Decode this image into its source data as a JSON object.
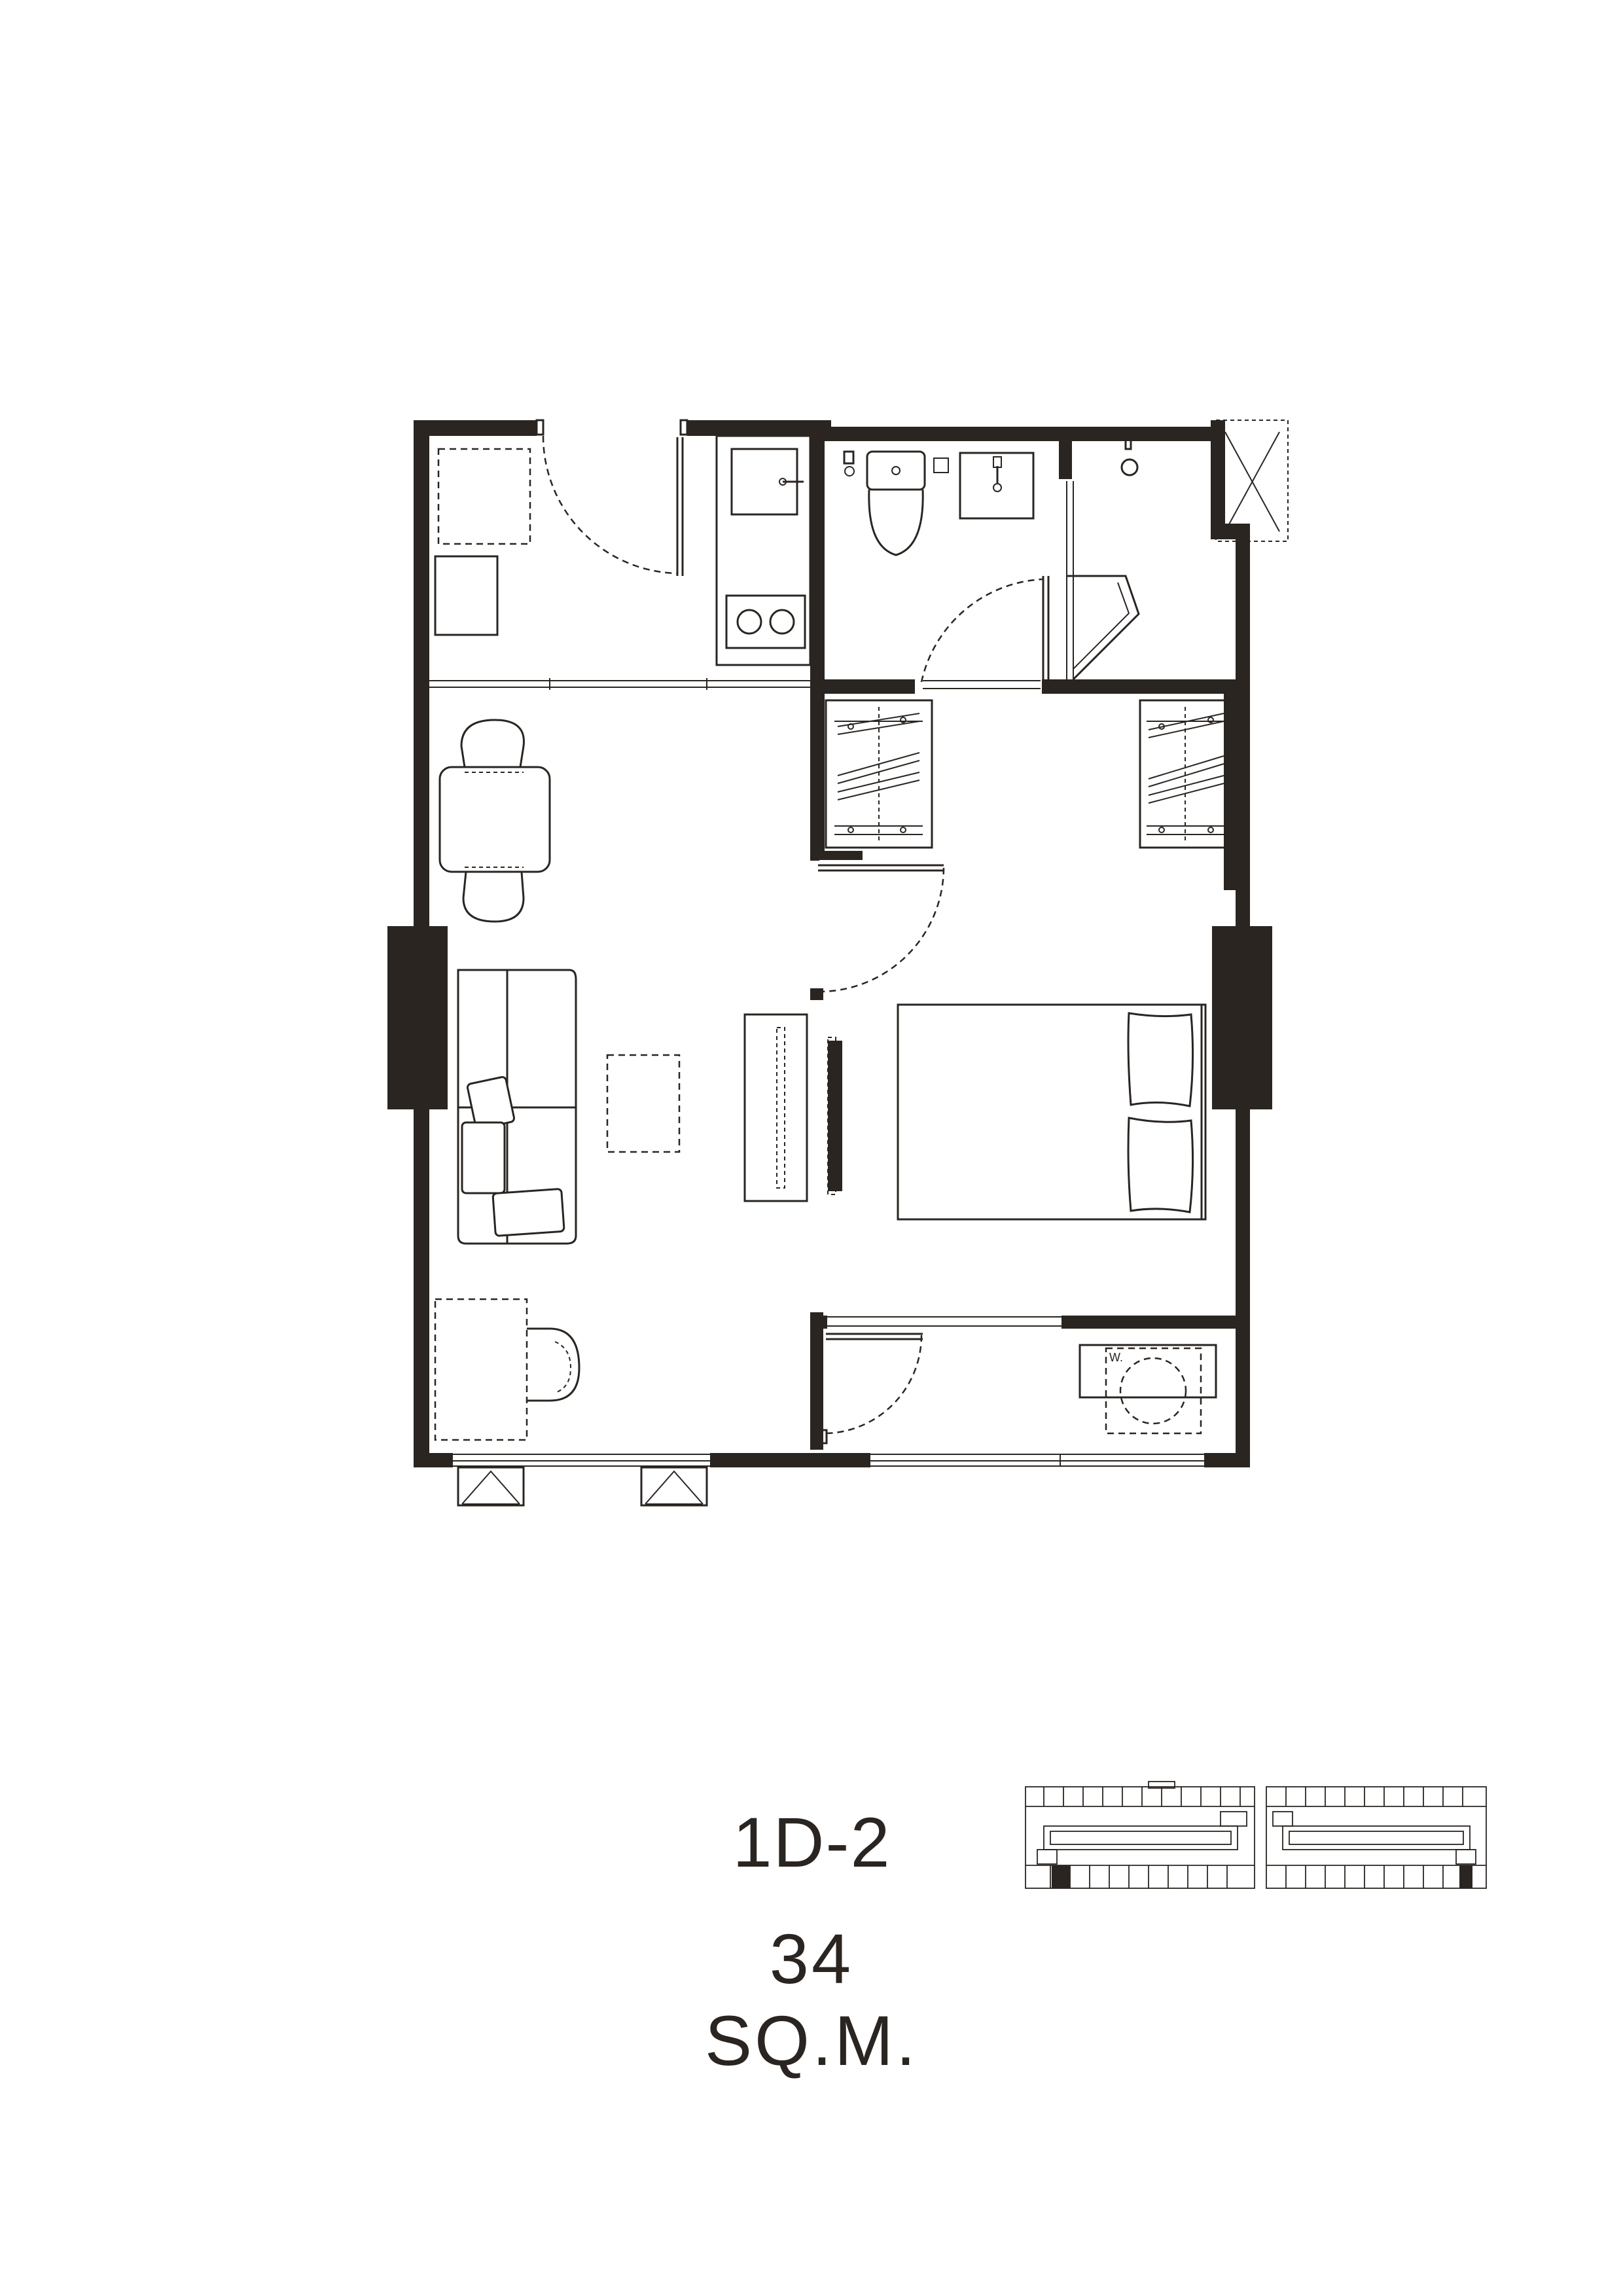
{
  "unit": {
    "code": "1D-2",
    "area": "34 SQ.M."
  },
  "plan": {
    "labels": {
      "washer": "W."
    }
  },
  "colors": {
    "wall": "#2a2520",
    "line": "#2a2520",
    "background": "#ffffff"
  },
  "keyplan": {
    "buildings": 2,
    "highlighted_unit": "1D-2"
  }
}
